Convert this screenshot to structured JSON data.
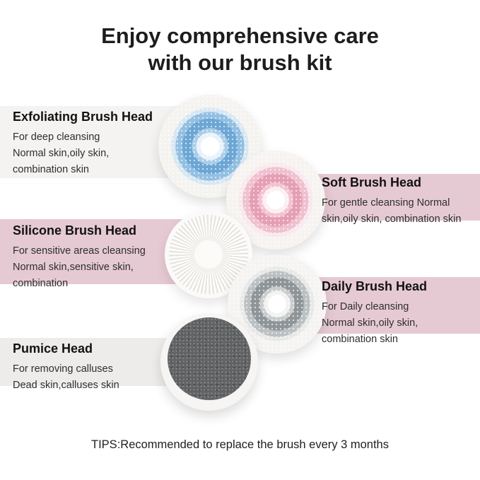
{
  "page": {
    "title_line1": "Enjoy comprehensive care",
    "title_line2": "with our brush kit",
    "tips": "TIPS:Recommended to replace the brush every 3 months"
  },
  "sections": [
    {
      "heading": "Exfoliating Brush Head",
      "lines": [
        "For deep cleansing",
        "Normal skin,oily skin,",
        "combination skin"
      ],
      "image": "exfoliating-brush-head",
      "band_color": "#f4f3f1"
    },
    {
      "heading": "Soft Brush Head",
      "lines": [
        "For gentle cleansing Normal",
        "skin,oily skin, combination skin"
      ],
      "image": "soft-brush-head",
      "band_color": "#e6cad3"
    },
    {
      "heading": "Silicone Brush Head",
      "lines": [
        "For sensitive areas cleansing",
        "Normal skin,sensitive skin,",
        "combination"
      ],
      "image": "silicone-brush-head",
      "band_color": "#e6cad3"
    },
    {
      "heading": "Daily Brush Head",
      "lines": [
        "For Daily cleansing",
        "Normal skin,oily skin,",
        "combination skin"
      ],
      "image": "daily-brush-head",
      "band_color": "#e6cad3"
    },
    {
      "heading": "Pumice Head",
      "lines": [
        "For removing calluses",
        "Dead skin,calluses skin"
      ],
      "image": "pumice-head",
      "band_color": "#edecea"
    }
  ],
  "colors": {
    "pink_band": "#e6cad3",
    "light_gray_band": "#f4f3f1",
    "gray_band": "#edecea",
    "title_text": "#1d1d1d",
    "body_text": "#2e2e2e",
    "blue_bristles": "#6ba6d4",
    "pink_bristles": "#e59eb4",
    "gray_bristles": "#8e9598",
    "pumice_stone": "#606263"
  }
}
